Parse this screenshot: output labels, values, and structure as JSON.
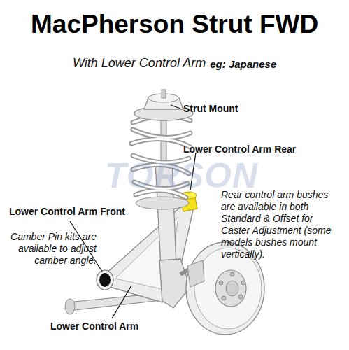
{
  "diagram": {
    "title": "MacPherson Strut FWD",
    "labels": [
      "With Lower Control Arm",
      "eg: Japanese",
      "Strut Mount",
      "Lower Control Arm Rear",
      "Rear control arm bushes are available in both Standard & Offset for Caster Adjustment (some models bushes mount vertically).",
      "Lower Control Arm Front",
      "Camber Pin kits are available to adjust camber angle.",
      "Lower Control Arm",
      "TORSON"
    ]
  }
}
